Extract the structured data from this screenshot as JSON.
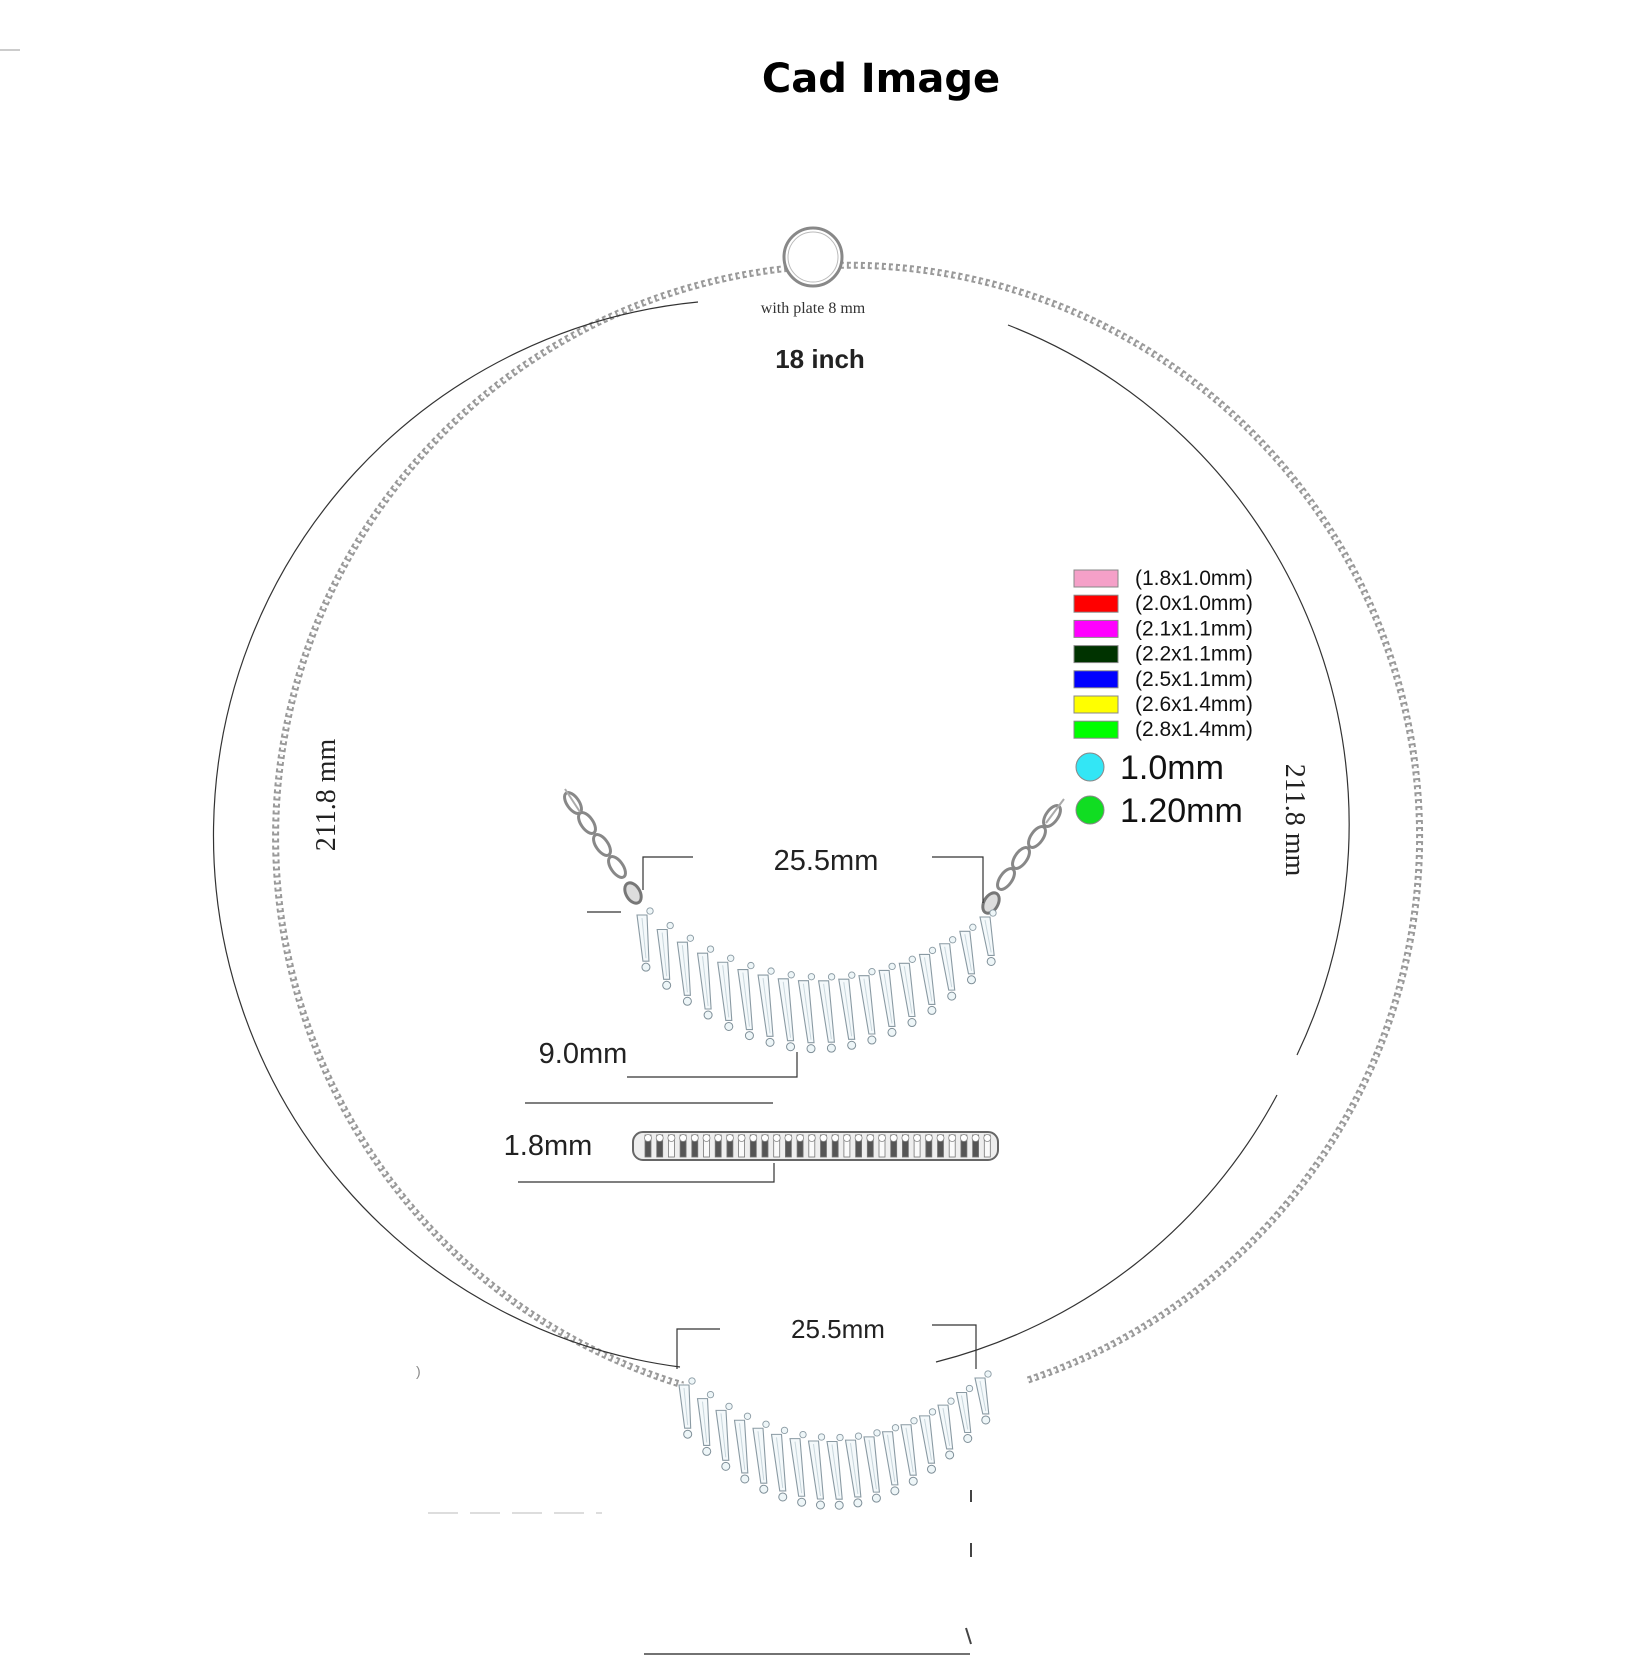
{
  "header": {
    "title": "Cad Image"
  },
  "necklace": {
    "plate_label": "with plate 8 mm",
    "length_label": "18 inch",
    "left_dimension": "211.8 mm",
    "right_dimension": "211.8  mm"
  },
  "pendant_detail": {
    "width_label": "25.5mm",
    "height_label": "9.0mm",
    "thickness_label": "1.8mm"
  },
  "bottom_pendant": {
    "width_label": "25.5mm"
  },
  "legend": {
    "baguettes": [
      {
        "label": "(1.8x1.0mm)",
        "color": "#f5a0c8"
      },
      {
        "label": "(2.0x1.0mm)",
        "color": "#ff0000"
      },
      {
        "label": "(2.1x1.1mm)",
        "color": "#ff00ff"
      },
      {
        "label": "(2.2x1.1mm)",
        "color": "#003300"
      },
      {
        "label": "(2.5x1.1mm)",
        "color": "#0000ff"
      },
      {
        "label": "(2.6x1.4mm)",
        "color": "#ffff00"
      },
      {
        "label": "(2.8x1.4mm)",
        "color": "#00ff00"
      }
    ],
    "rounds": [
      {
        "label": "1.0mm",
        "color": "#33e6f5"
      },
      {
        "label": "1.20mm",
        "color": "#11dd22"
      }
    ]
  }
}
